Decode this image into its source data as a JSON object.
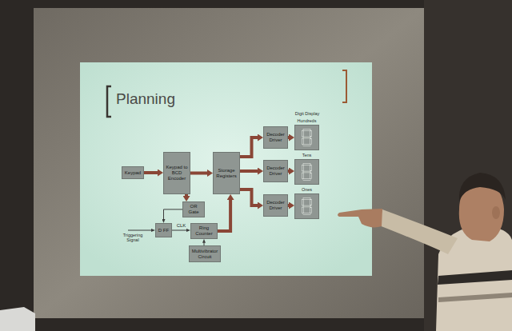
{
  "diagram": {
    "title": "Planning",
    "nodes": [
      {
        "text": [
          "Keypad"
        ]
      },
      {
        "text": [
          "Keypad to BCD Encoder"
        ]
      },
      {
        "text": [
          "Storage Registers"
        ]
      },
      {
        "text": [
          "OR Gate"
        ]
      },
      {
        "text": [
          "D FF"
        ]
      },
      {
        "text": [
          "Ring Counter"
        ]
      },
      {
        "text": [
          "Multivibrator Circuit"
        ]
      },
      {
        "text": [
          "Decoder Driver"
        ]
      },
      {
        "text": [
          "Decoder Driver"
        ]
      },
      {
        "text": [
          "Decoder Driver"
        ]
      },
      {
        "text": [
          "Hundreds"
        ]
      },
      {
        "text": [
          "Tens"
        ]
      },
      {
        "text": [
          "Ones"
        ]
      }
    ],
    "edges": [
      {
        "from": 0,
        "to": 1,
        "arrow": "to"
      },
      {
        "from": 1,
        "to": 2,
        "arrow": "to"
      },
      {
        "from": 1,
        "to": 3,
        "arrow": "to"
      },
      {
        "from": 3,
        "to": 4,
        "arrow": "to"
      },
      {
        "from": 4,
        "to": 5,
        "label": "CLK",
        "arrow": "to"
      },
      {
        "from": 6,
        "to": 5,
        "arrow": "to"
      },
      {
        "from": 5,
        "to": 2,
        "arrow": "to"
      },
      {
        "from": 2,
        "to": 7,
        "arrow": "to"
      },
      {
        "from": 2,
        "to": 8,
        "arrow": "to"
      },
      {
        "from": 2,
        "to": 9,
        "arrow": "to"
      },
      {
        "from": 7,
        "to": 10,
        "arrow": "to"
      },
      {
        "from": 8,
        "to": 11,
        "arrow": "to"
      },
      {
        "from": 9,
        "to": 12,
        "arrow": "to"
      }
    ],
    "labels": [
      "Digit Display",
      "Triggering Signal"
    ]
  }
}
